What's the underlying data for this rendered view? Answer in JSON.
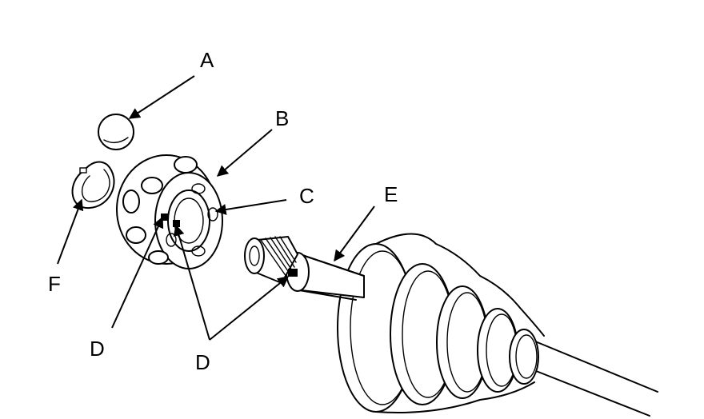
{
  "callouts": {
    "a": "A",
    "b": "B",
    "c": "C",
    "d_left": "D",
    "d_right": "D",
    "e": "E",
    "f": "F"
  }
}
